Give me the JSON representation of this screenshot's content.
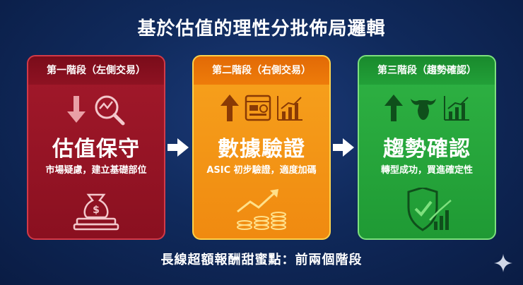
{
  "title": "基於估值的理性分批佈局邏輯",
  "stages": [
    {
      "header": "第一階段（左側交易）",
      "heading": "估值保守",
      "subtitle": "市場疑慮，建立基礎部位"
    },
    {
      "header": "第二階段（右側交易）",
      "heading": "數據驗證",
      "subtitle": "ASIC 初步驗證，適度加碼"
    },
    {
      "header": "第三階段（趨勢確認）",
      "heading": "趨勢確認",
      "subtitle": "轉型成功，買進確定性"
    }
  ],
  "footer": "長線超額報酬甜蜜點：前兩個階段",
  "icons": {
    "stage1_top": [
      "arrow-down-icon",
      "magnifier-chart-icon"
    ],
    "stage1_bottom": "money-bag-icon",
    "stage2_top": [
      "arrow-up-icon",
      "dashboard-icon",
      "bar-chart-icon"
    ],
    "stage2_bottom": "coin-stacks-growth-icon",
    "stage3_top": [
      "arrow-up-icon",
      "bull-icon",
      "bar-chart-icon"
    ],
    "stage3_bottom": "shield-check-growth-icon"
  },
  "colors": {
    "stage1": "#a3192b",
    "stage2": "#f7a21d",
    "stage3": "#2fb344",
    "background": "#102a5c"
  }
}
